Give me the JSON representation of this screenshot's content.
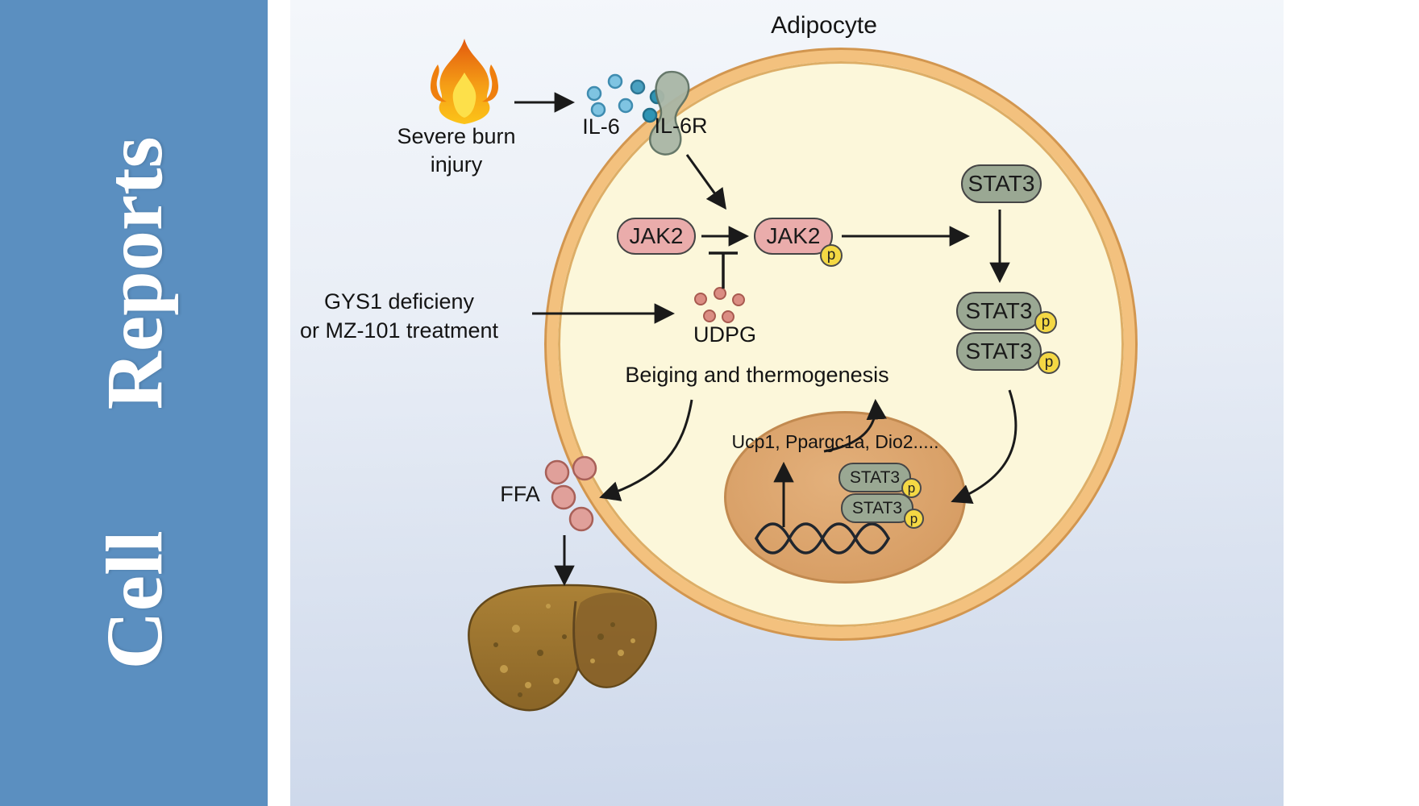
{
  "journal": {
    "word1": "Cell",
    "word2": "Reports"
  },
  "panel": {
    "title": "Adipocyte"
  },
  "labels": {
    "severe_burn": {
      "line1": "Severe burn",
      "line2": "injury"
    },
    "il6": "IL-6",
    "il6r": "IL-6R",
    "jak2": "JAK2",
    "phospho": "p",
    "stat3": "STAT3",
    "udpg": "UDPG",
    "gys1": {
      "line1": "GYS1 deficieny",
      "line2": "or MZ-101 treatment"
    },
    "beiging": "Beiging and thermogenesis",
    "genes": "Ucp1, Ppargc1a, Dio2.....",
    "ffa": "FFA"
  },
  "colors": {
    "sidebar_blue": "#5b8fc0",
    "background_gradient_top": "#f4f7fb",
    "background_gradient_bottom": "#ccd7ea",
    "cell_fill": "#fcf7da",
    "cell_membrane": "#f3c17e",
    "jak2_fill": "#eaacab",
    "stat3_fill": "#9aa893",
    "phospho_fill": "#f4d844",
    "nucleus_fill": "#d89f66",
    "il6_dot": "#7fc4e2",
    "udpg_dot": "#db8d83",
    "ffa_dot": "#e0a09a",
    "liver_brown": "#a17a31",
    "flame_orange": "#f59e16",
    "arrow_black": "#1a1a1a"
  }
}
